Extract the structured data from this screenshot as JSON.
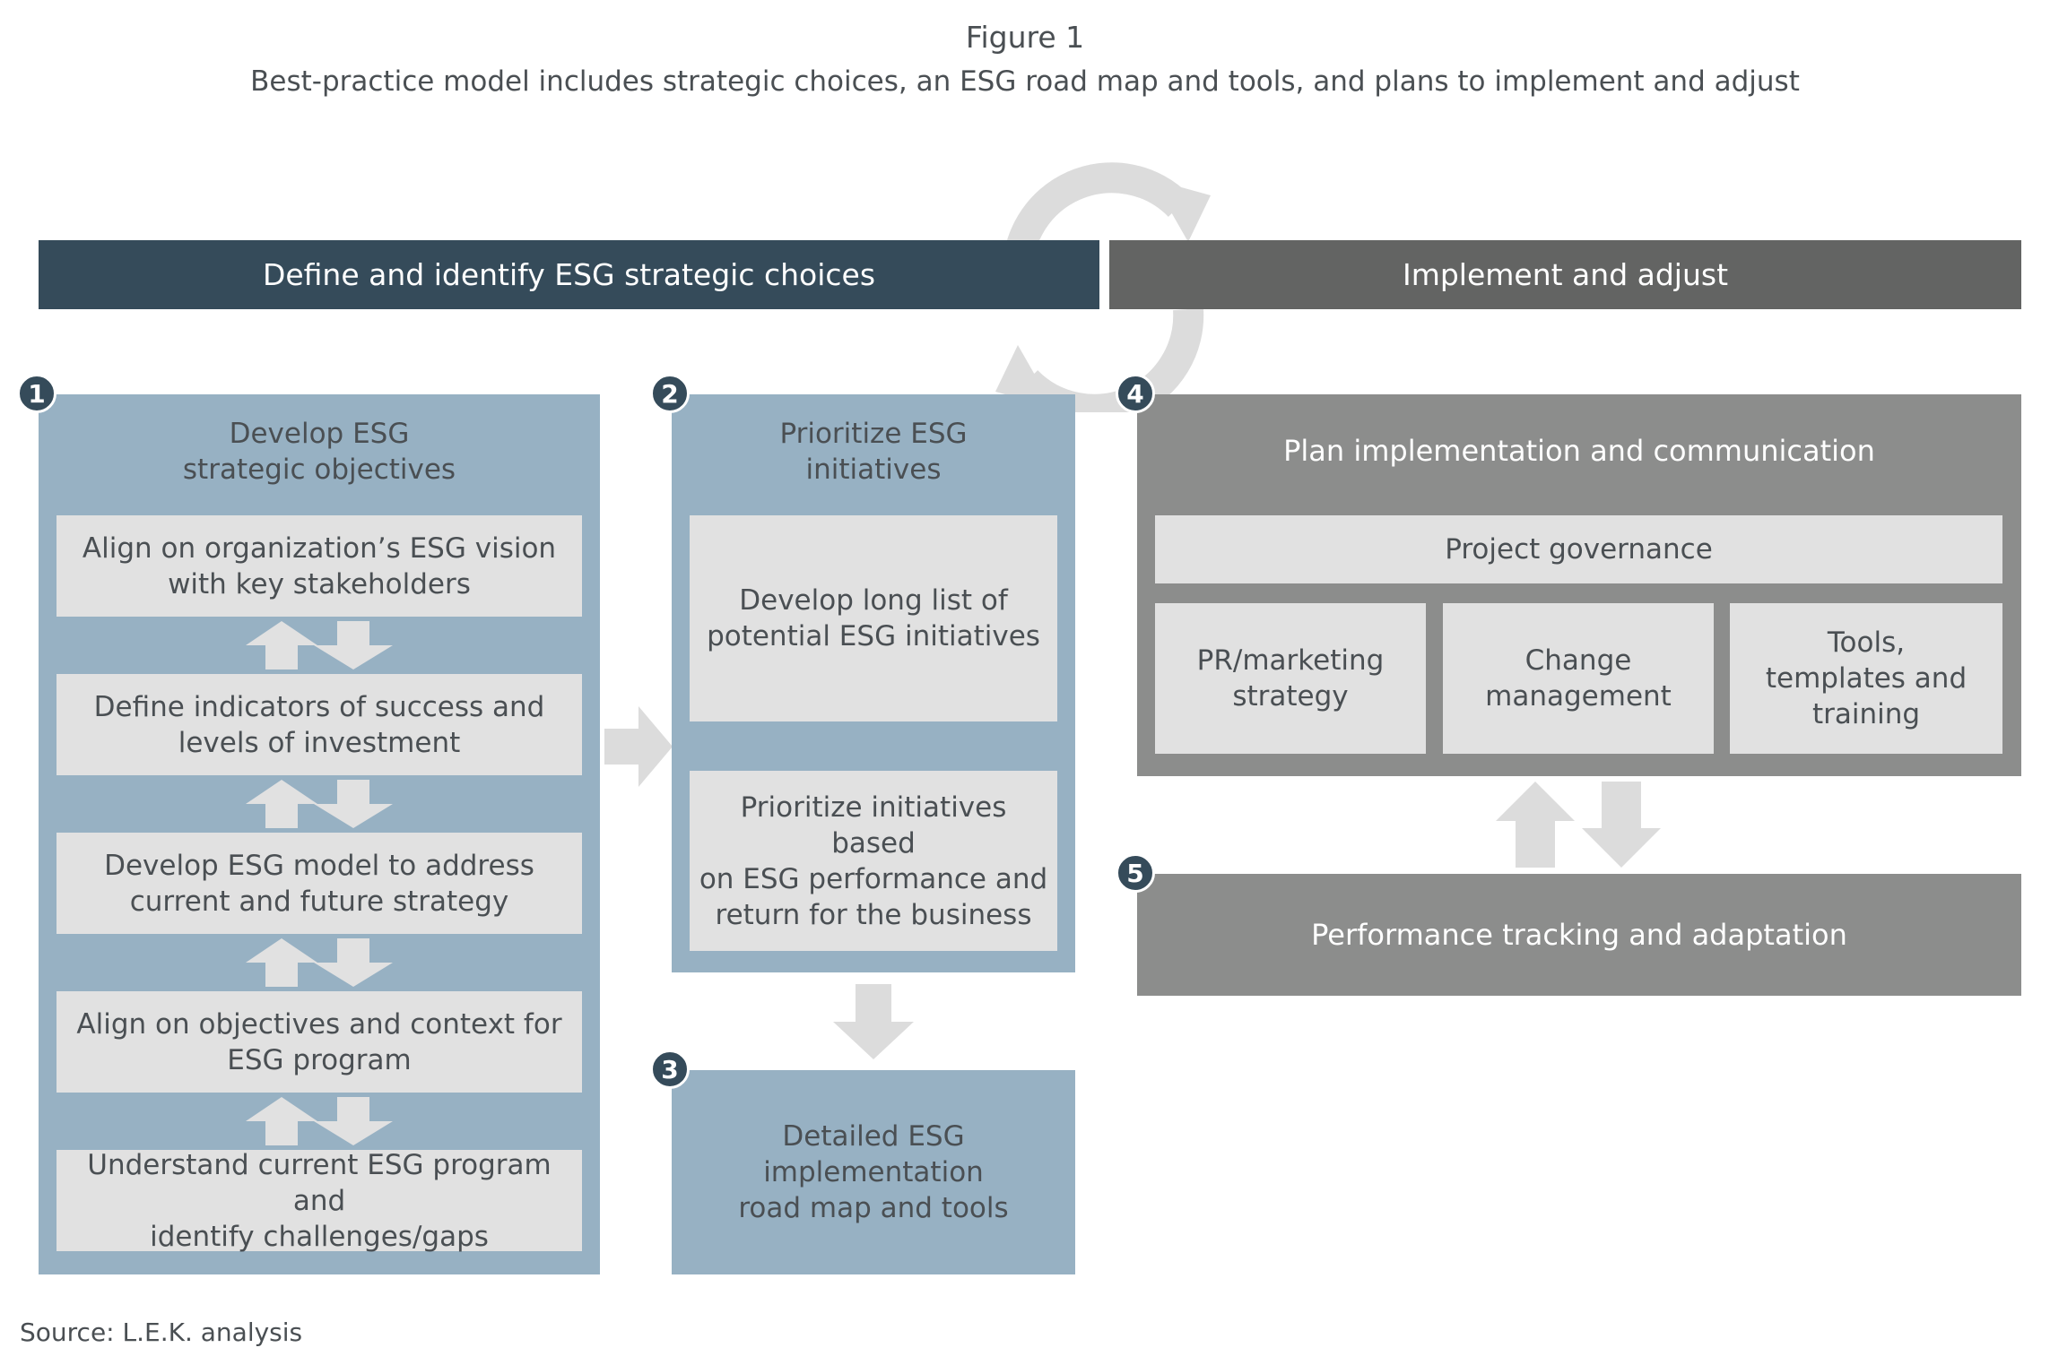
{
  "header": {
    "figure_label": "Figure 1",
    "figure_title": "Best-practice model includes strategic choices, an ESG road map and tools, and plans to implement and adjust"
  },
  "banners": {
    "left": "Define and identify ESG strategic choices",
    "right": "Implement and adjust"
  },
  "step1": {
    "number": "1",
    "heading_line1": "Develop ESG",
    "heading_line2": "strategic objectives",
    "boxes": [
      {
        "line1": "Align on organization’s ESG vision",
        "line2": "with key stakeholders"
      },
      {
        "line1": "Define indicators of success and",
        "line2": "levels of investment"
      },
      {
        "line1": "Develop ESG model to address",
        "line2": "current and future strategy"
      },
      {
        "line1": "Align on objectives and context for",
        "line2": "ESG program"
      },
      {
        "line1": "Understand current ESG program and",
        "line2": "identify challenges/gaps"
      }
    ]
  },
  "step2": {
    "number": "2",
    "heading_line1": "Prioritize ESG",
    "heading_line2": "initiatives",
    "boxes": [
      {
        "line1": "Develop long list of",
        "line2": "potential ESG initiatives",
        "line3": ""
      },
      {
        "line1": "Prioritize initiatives based",
        "line2": "on ESG performance and",
        "line3": "return for the business"
      }
    ]
  },
  "step3": {
    "number": "3",
    "line1": "Detailed ESG",
    "line2": "implementation",
    "line3": "road map and tools"
  },
  "step4": {
    "number": "4",
    "heading": "Plan implementation and communication",
    "governance": "Project governance",
    "boxes": [
      {
        "line1": "PR/marketing",
        "line2": "strategy",
        "line3": ""
      },
      {
        "line1": "Change",
        "line2": "management",
        "line3": ""
      },
      {
        "line1": "Tools,",
        "line2": "templates and",
        "line3": "training"
      }
    ]
  },
  "step5": {
    "number": "5",
    "label": "Performance tracking and adaptation"
  },
  "footer": {
    "source": "Source: L.E.K. analysis"
  },
  "colors": {
    "navy": "#354b5a",
    "dark_grey": "#636463",
    "steel_blue": "#97b1c3",
    "mid_grey": "#8c8d8c",
    "light_box": "#e1e1e1",
    "arrow": "#dcdcdc"
  }
}
